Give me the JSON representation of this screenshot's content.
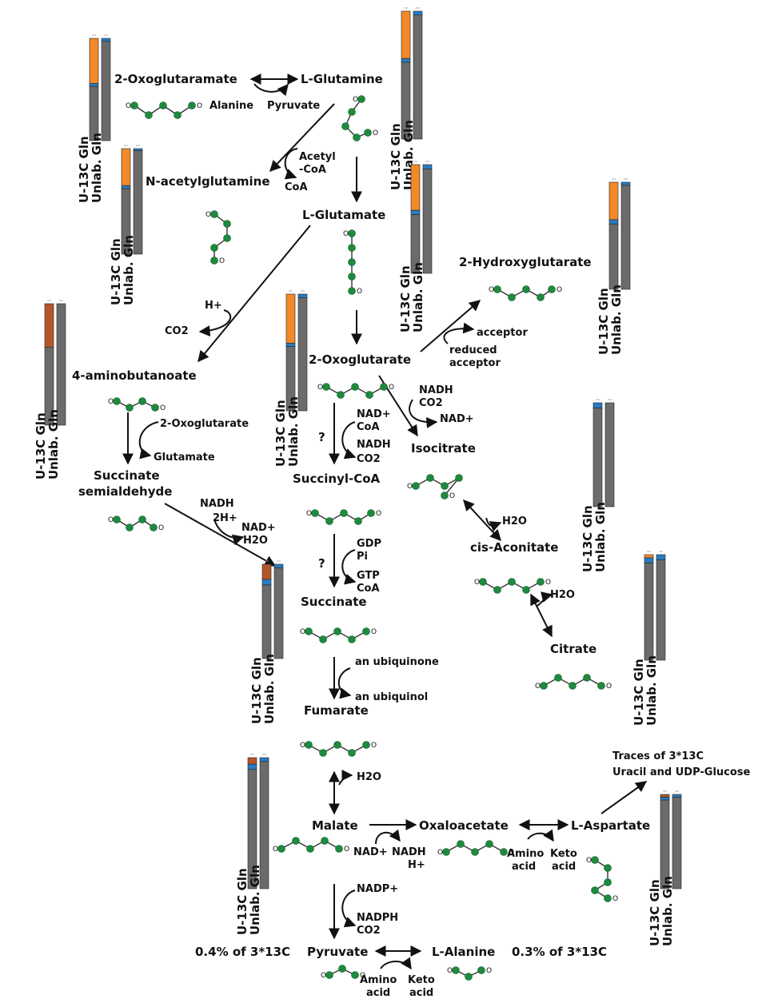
{
  "colors": {
    "labeled_13C": "#f28a2a",
    "labeled_alt": "#b5562a",
    "m_partial": "#2a7bbf",
    "unlabeled": "#6b6b6b",
    "carbon_atom": "#1e8a3e"
  },
  "bar_labels": {
    "tracer": "U-13C Gln",
    "control": "Unlab. Gln"
  },
  "metabolites": {
    "oxoglutaramate": "2-Oxoglutaramate",
    "glutamine": "L-Glutamine",
    "acetylglutamine": "N-acetylglutamine",
    "glutamate": "L-Glutamate",
    "hydroxyglutarate": "2-Hydroxyglutarate",
    "aminobutanoate": "4-aminobutanoate",
    "oxoglutarate": "2-Oxoglutarate",
    "isocitrate": "Isocitrate",
    "succinate_semialdehyde_1": "Succinate",
    "succinate_semialdehyde_2": "semialdehyde",
    "succinyl_coa": "Succinyl-CoA",
    "cis_aconitate": "cis-Aconitate",
    "succinate": "Succinate",
    "citrate": "Citrate",
    "fumarate": "Fumarate",
    "malate": "Malate",
    "oxaloacetate": "Oxaloacetate",
    "aspartate": "L-Aspartate",
    "pyruvate": "Pyruvate",
    "alanine": "L-Alanine"
  },
  "cofactors": {
    "alanine": "Alanine",
    "pyruvate": "Pyruvate",
    "acetyl_1": "Acetyl",
    "acetyl_2": "-CoA",
    "coa": "CoA",
    "h_plus": "H+",
    "co2": "CO2",
    "acceptor": "acceptor",
    "reduced_1": "reduced",
    "reduced_2": "acceptor",
    "nadh": "NADH",
    "nad_plus": "NAD+",
    "oxoglutarate_small": "2-Oxoglutarate",
    "glutamate_small": "Glutamate",
    "two_h_plus": "2H+",
    "h2o": "H2O",
    "gdp": "GDP",
    "pi": "Pi",
    "gtp": "GTP",
    "question": "?",
    "ubiquinone": "an ubiquinone",
    "ubiquinol": "an ubiquinol",
    "nadp_plus": "NADP+",
    "nadph": "NADPH",
    "amino_1": "Amino",
    "amino_2": "acid",
    "keto_1": "Keto",
    "keto_2": "acid"
  },
  "annotations": {
    "traces_1": "Traces of 3*13C",
    "traces_2": "Uracil and UDP-Glucose",
    "pyruvate_pct": "0.4% of 3*13C",
    "alanine_pct": "0.3% of 3*13C"
  },
  "bar_data": [
    {
      "metabolite": "2-Oxoglutaramate",
      "tracer": [
        0.44,
        0.03,
        0.53
      ],
      "control": [
        0.0,
        0.03,
        0.97
      ]
    },
    {
      "metabolite": "L-Glutamine",
      "tracer": [
        0.37,
        0.03,
        0.6
      ],
      "control": [
        0.0,
        0.03,
        0.97
      ]
    },
    {
      "metabolite": "N-acetylglutamine",
      "tracer": [
        0.35,
        0.03,
        0.62
      ],
      "control": [
        0.0,
        0.02,
        0.98
      ]
    },
    {
      "metabolite": "L-Glutamate",
      "tracer": [
        0.42,
        0.04,
        0.54
      ],
      "control": [
        0.0,
        0.04,
        0.96
      ]
    },
    {
      "metabolite": "2-Hydroxyglutarate",
      "tracer": [
        0.35,
        0.04,
        0.61
      ],
      "control": [
        0.0,
        0.03,
        0.97
      ]
    },
    {
      "metabolite": "4-aminobutanoate",
      "tracer_alt": [
        0.36,
        0.0,
        0.64
      ],
      "control": [
        0.0,
        0.0,
        1.0
      ]
    },
    {
      "metabolite": "2-Oxoglutarate",
      "tracer": [
        0.42,
        0.03,
        0.55
      ],
      "control": [
        0.0,
        0.03,
        0.97
      ]
    },
    {
      "metabolite": "Isocitrate",
      "tracer": [
        0.0,
        0.05,
        0.95
      ],
      "control": [
        0.0,
        0.0,
        1.0
      ]
    },
    {
      "metabolite": "Succinate",
      "tracer_alt": [
        0.16,
        0.06,
        0.78
      ],
      "control": [
        0.0,
        0.04,
        0.96
      ]
    },
    {
      "metabolite": "Citrate",
      "tracer": [
        0.03,
        0.05,
        0.92
      ],
      "control": [
        0.0,
        0.05,
        0.95
      ]
    },
    {
      "metabolite": "Malate",
      "tracer_alt": [
        0.05,
        0.04,
        0.91
      ],
      "control": [
        0.0,
        0.03,
        0.97
      ]
    },
    {
      "metabolite": "L-Aspartate",
      "tracer_alt": [
        0.03,
        0.03,
        0.94
      ],
      "control": [
        0.0,
        0.03,
        0.97
      ]
    }
  ]
}
